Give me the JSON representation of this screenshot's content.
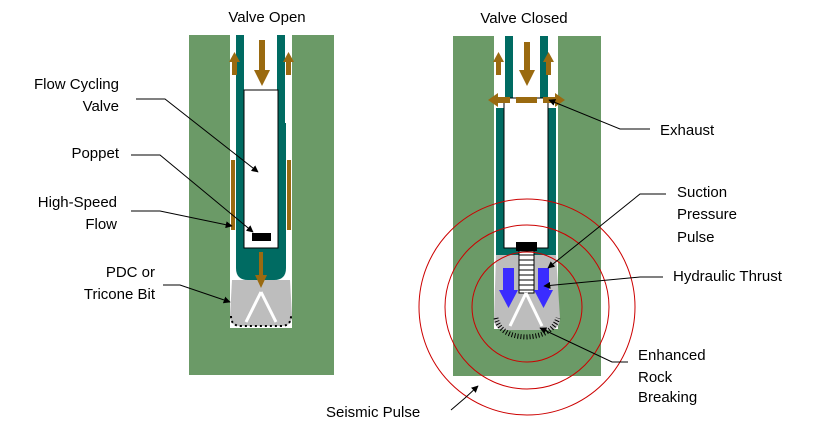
{
  "titles": {
    "open": "Valve Open",
    "closed": "Valve Closed"
  },
  "labels": {
    "flow_cycling_1": "Flow Cycling",
    "flow_cycling_2": "Valve",
    "poppet": "Poppet",
    "high_speed_1": "High-Speed",
    "high_speed_2": "Flow",
    "bit_1": "PDC or",
    "bit_2": "Tricone Bit",
    "exhaust": "Exhaust",
    "suction_1": "Suction",
    "suction_2": "Pressure",
    "suction_3": "Pulse",
    "hydraulic": "Hydraulic Thrust",
    "enhanced_1": "Enhanced",
    "enhanced_2": "Rock",
    "enhanced_3": "Breaking",
    "seismic": "Seismic Pulse"
  },
  "colors": {
    "formation": "#6b9a67",
    "tool_body": "#006b62",
    "flow_arrow": "#9a6a10",
    "thrust_arrow": "#3a2cff",
    "bit": "#bdbdbd",
    "pulse_ring": "#cc0000",
    "leader": "#000000"
  }
}
